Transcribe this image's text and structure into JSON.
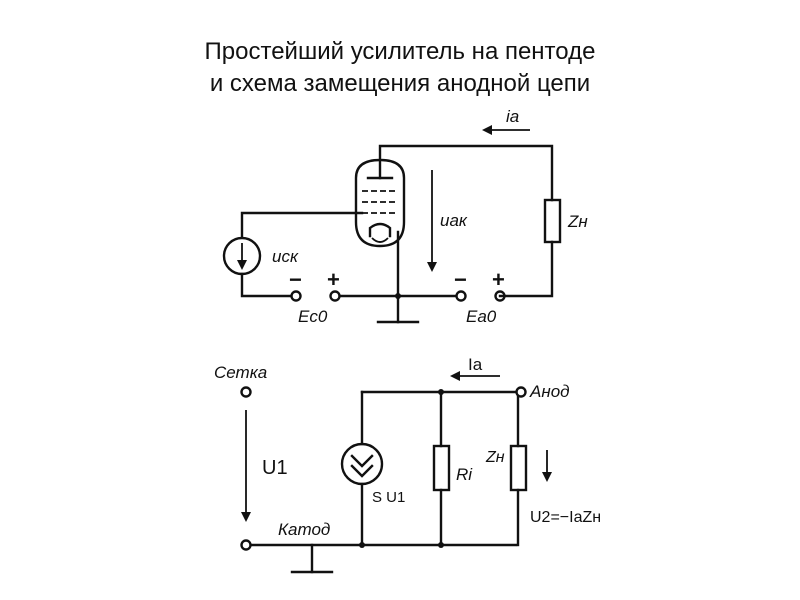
{
  "title": {
    "line1": "Простейший усилитель на пентоде",
    "line2": "и схема замещения анодной цепи"
  },
  "top_circuit": {
    "anode_current": "iа",
    "anode_voltage": "uак",
    "grid_source": "uск",
    "load": "Zн",
    "grid_battery": "Eс0",
    "anode_battery": "Eа0",
    "minus": "−",
    "plus": "+"
  },
  "bottom_circuit": {
    "grid_terminal": "Сетка",
    "anode_terminal": "Анод",
    "cathode_terminal": "Катод",
    "current": "Iа",
    "input_voltage": "U1",
    "source_label": "S U1",
    "internal_resistance": "Ri",
    "load": "Zн",
    "output_voltage": "U2=−IаZн"
  }
}
